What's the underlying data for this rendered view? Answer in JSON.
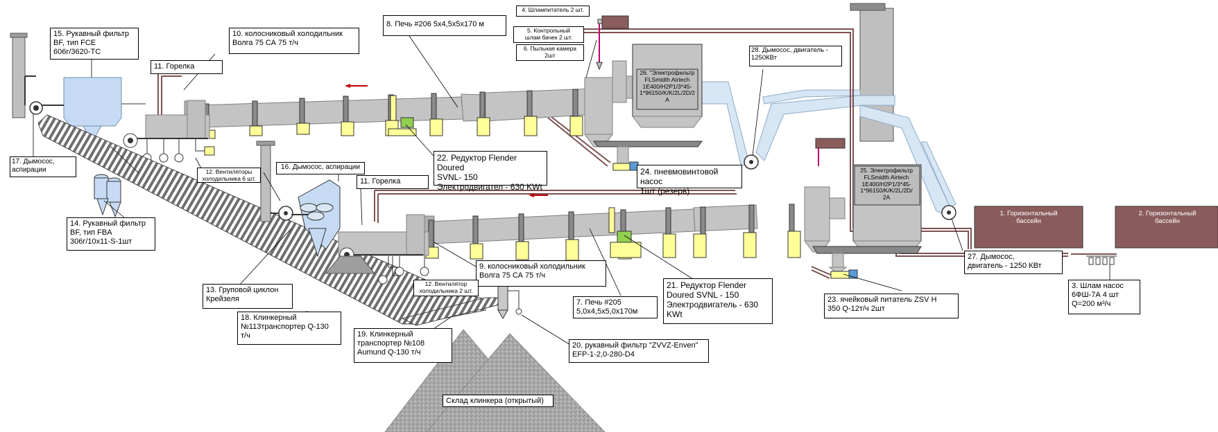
{
  "labels": {
    "l15": [
      "15. Рукавный фильтр",
      "BF, тип FCE",
      "606г/3620-ТС"
    ],
    "l10": [
      "10. колосниковый холодильник",
      "Волга 75 СА   75 т/ч"
    ],
    "l11a": "11. Горелка",
    "l8": "8. Печь #206  5х4,5х5х170 м",
    "l4": "4. Шлампитатель 2 шт.",
    "l5": [
      "5. Контрольный",
      "шлам бачек 2 шт."
    ],
    "l6": [
      "6. Пыльная камера",
      "2шт"
    ],
    "l28": [
      "28. Дымосос, двигатель -",
      "1250КВт"
    ],
    "l26": [
      "26. \"Электрофильтр",
      "FLSmidth  Airtech",
      "1E400/H2P1/3*45-",
      "1*96150/K/K/2L/2D/2",
      "A"
    ],
    "l25": [
      "25. Электрофильтр",
      "FLSmidth  Airtech",
      "1E400/H2P1/3*45-",
      "1*96150/K/K/2L/2D/",
      "2A"
    ],
    "l17": [
      "17. Дымосос,",
      "аспирации"
    ],
    "l12a": [
      "12. Вентиляторы",
      "холодильника 6 шт."
    ],
    "l16": "16. Дымосос, аспирации",
    "l22": [
      "22. Редуктор Flender Doured",
      "SVNL- 150",
      "Электродвигател - 630 KWt"
    ],
    "l24": [
      "24. пневмовинтовой насос",
      "1шт (резерв)"
    ],
    "l11b": "11. Горелка",
    "l14": [
      "14. Рукавный фильтр",
      "BF, тип FBA",
      "306г/10х11-S-1шт"
    ],
    "l13": [
      "13. Груповой циклон",
      "Крейзеля"
    ],
    "l9": [
      "9. колосниковый холодильник",
      "Волга 75 СА   75 т/ч"
    ],
    "l12b": [
      "12. Вентилятор",
      "холодильника 2 шт."
    ],
    "l7": [
      "7. Печь #205",
      "5,0х4,5х5,0х170м"
    ],
    "l21": [
      "21. Редуктор Flender",
      "Doured SVNL - 150",
      "Электродвигатель - 630",
      "KWt"
    ],
    "l27": [
      "27. Дымосос,",
      "двигатель  - 1250 КВт"
    ],
    "l23": [
      "23. ячейковый питатель  ZSV H",
      "350 Q-12т/ч  2шт"
    ],
    "l3": [
      "3. Шлам насос",
      "6ФШ-7А 4 шт",
      "Q=200 м³/ч"
    ],
    "l18": [
      "18. Клинкерный",
      "№113транспортер    Q-130",
      "т/ч"
    ],
    "l19": [
      "19. Клинкерный",
      "транспортер  №108",
      "Aumund Q-130  т/ч"
    ],
    "l20": [
      "20. рукавный фильтр \"ZVVZ-Enven\"",
      "EFP-1-2,0-280-D4"
    ],
    "store": "Склад клинкера (открытый)",
    "pond1": [
      "1. Горизонтальный",
      "бассейн"
    ],
    "pond2": [
      "2. Горизонтальный",
      "бассейн"
    ]
  },
  "colors": {
    "kiln": "#c4c4c4",
    "kiln_stroke": "#7f7f7f",
    "support": "#ffff99",
    "bag_filter": "#c6dbf3",
    "duct": "#d6e6f4",
    "electrofilter": "#bdbdbd",
    "pond": "#8b5c5c",
    "drive_green": "#92d050",
    "pipe": "#7f4f4f"
  }
}
